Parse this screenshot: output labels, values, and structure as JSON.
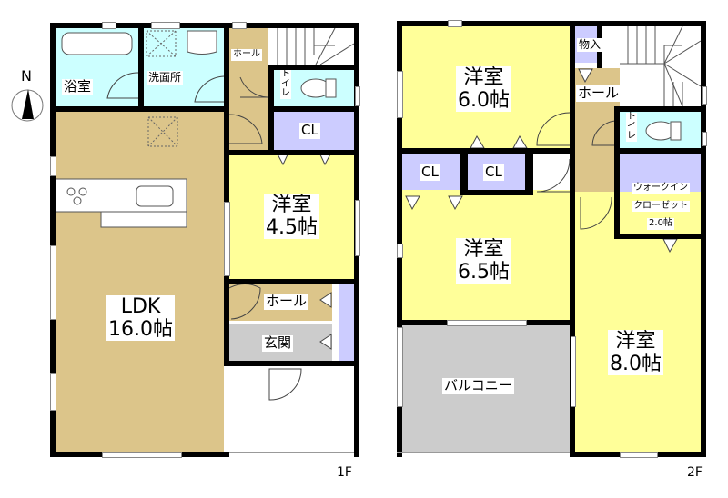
{
  "compass": {
    "label": "N"
  },
  "floor1": {
    "label": "1F",
    "rooms": {
      "bath": {
        "label": "浴室"
      },
      "washroom": {
        "label": "洗面所"
      },
      "hall_top": {
        "label": "ホール"
      },
      "toilet": {
        "label": "トイレ"
      },
      "closet": {
        "label": "CL"
      },
      "western": {
        "label": "洋室",
        "size": "4.5帖"
      },
      "ldk": {
        "label": "LDK",
        "size": "16.0帖"
      },
      "hall_mid": {
        "label": "ホール"
      },
      "entrance": {
        "label": "玄関"
      }
    }
  },
  "floor2": {
    "label": "2F",
    "rooms": {
      "western_a": {
        "label": "洋室",
        "size": "6.0帖"
      },
      "storage": {
        "label": "物入"
      },
      "hall": {
        "label": "ホール"
      },
      "toilet": {
        "label": "トイレ"
      },
      "closet_a": {
        "label": "CL"
      },
      "closet_b": {
        "label": "CL"
      },
      "wic": {
        "label": "ウォークイン\nクローゼット",
        "line1": "ウォークイン",
        "line2": "クローゼット",
        "size": "2.0帖"
      },
      "western_b": {
        "label": "洋室",
        "size": "6.5帖"
      },
      "western_c": {
        "label": "洋室",
        "size": "8.0帖"
      },
      "balcony": {
        "label": "バルコニー"
      }
    }
  },
  "colors": {
    "wall": "#000000",
    "wood_floor": "#dcc58a",
    "western_room": "#ffff99",
    "water_area": "#ccffff",
    "closet": "#ccccff",
    "entrance": "#cccccc",
    "balcony": "#cccccc"
  }
}
